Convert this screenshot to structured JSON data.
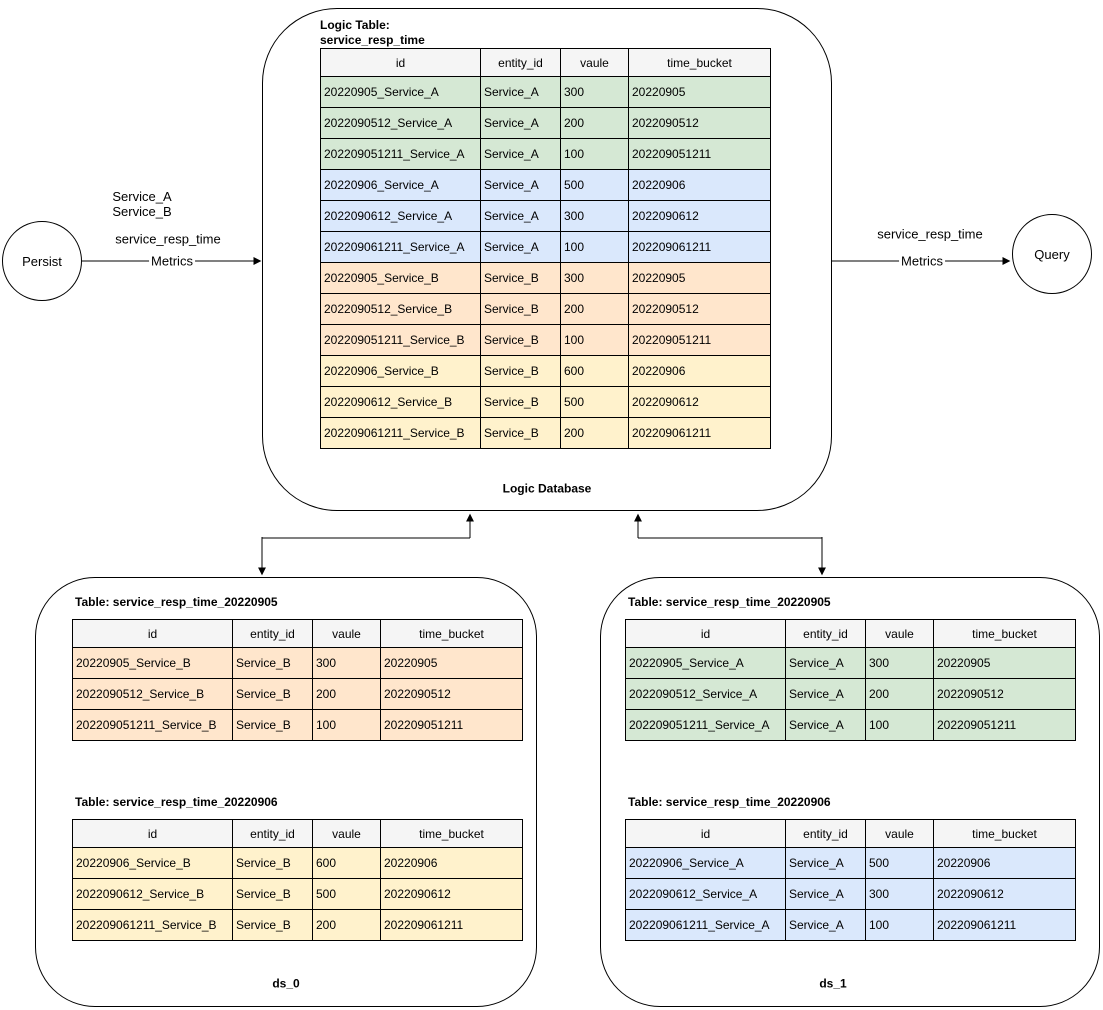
{
  "palette": {
    "green": "#d5e8d4",
    "blue": "#dae8fc",
    "orange": "#ffe6cc",
    "yellow": "#fff2cc",
    "header_bg": "#f5f5f5",
    "line": "#000000"
  },
  "nodes": {
    "persist": {
      "label": "Persist"
    },
    "query": {
      "label": "Query"
    }
  },
  "edges": {
    "persist_to_db": {
      "services_line1": "Service_A",
      "services_line2": "Service_B",
      "metric": "service_resp_time",
      "label": "Metrics"
    },
    "db_to_query": {
      "metric": "service_resp_time",
      "label": "Metrics"
    }
  },
  "logic_db": {
    "title_line1": "Logic Table:",
    "title_line2": "service_resp_time",
    "caption": "Logic Database",
    "table": {
      "columns": [
        "id",
        "entity_id",
        "vaule",
        "time_bucket"
      ],
      "rows": [
        {
          "color": "green",
          "cells": [
            "20220905_Service_A",
            "Service_A",
            "300",
            "20220905"
          ]
        },
        {
          "color": "green",
          "cells": [
            "2022090512_Service_A",
            "Service_A",
            "200",
            "2022090512"
          ]
        },
        {
          "color": "green",
          "cells": [
            "202209051211_Service_A",
            "Service_A",
            "100",
            "202209051211"
          ]
        },
        {
          "color": "blue",
          "cells": [
            "20220906_Service_A",
            "Service_A",
            "500",
            "20220906"
          ]
        },
        {
          "color": "blue",
          "cells": [
            "2022090612_Service_A",
            "Service_A",
            "300",
            "2022090612"
          ]
        },
        {
          "color": "blue",
          "cells": [
            "202209061211_Service_A",
            "Service_A",
            "100",
            "202209061211"
          ]
        },
        {
          "color": "orange",
          "cells": [
            "20220905_Service_B",
            "Service_B",
            "300",
            "20220905"
          ]
        },
        {
          "color": "orange",
          "cells": [
            "2022090512_Service_B",
            "Service_B",
            "200",
            "2022090512"
          ]
        },
        {
          "color": "orange",
          "cells": [
            "202209051211_Service_B",
            "Service_B",
            "100",
            "202209051211"
          ]
        },
        {
          "color": "yellow",
          "cells": [
            "20220906_Service_B",
            "Service_B",
            "600",
            "20220906"
          ]
        },
        {
          "color": "yellow",
          "cells": [
            "2022090612_Service_B",
            "Service_B",
            "500",
            "2022090612"
          ]
        },
        {
          "color": "yellow",
          "cells": [
            "202209061211_Service_B",
            "Service_B",
            "200",
            "202209061211"
          ]
        }
      ]
    }
  },
  "ds_0": {
    "caption": "ds_0",
    "tables": [
      {
        "title": "Table: service_resp_time_20220905",
        "columns": [
          "id",
          "entity_id",
          "vaule",
          "time_bucket"
        ],
        "rows": [
          {
            "color": "orange",
            "cells": [
              "20220905_Service_B",
              "Service_B",
              "300",
              "20220905"
            ]
          },
          {
            "color": "orange",
            "cells": [
              "2022090512_Service_B",
              "Service_B",
              "200",
              "2022090512"
            ]
          },
          {
            "color": "orange",
            "cells": [
              "202209051211_Service_B",
              "Service_B",
              "100",
              "202209051211"
            ]
          }
        ]
      },
      {
        "title": "Table: service_resp_time_20220906",
        "columns": [
          "id",
          "entity_id",
          "vaule",
          "time_bucket"
        ],
        "rows": [
          {
            "color": "yellow",
            "cells": [
              "20220906_Service_B",
              "Service_B",
              "600",
              "20220906"
            ]
          },
          {
            "color": "yellow",
            "cells": [
              "2022090612_Service_B",
              "Service_B",
              "500",
              "2022090612"
            ]
          },
          {
            "color": "yellow",
            "cells": [
              "202209061211_Service_B",
              "Service_B",
              "200",
              "202209061211"
            ]
          }
        ]
      }
    ]
  },
  "ds_1": {
    "caption": "ds_1",
    "tables": [
      {
        "title": "Table: service_resp_time_20220905",
        "columns": [
          "id",
          "entity_id",
          "vaule",
          "time_bucket"
        ],
        "rows": [
          {
            "color": "green",
            "cells": [
              "20220905_Service_A",
              "Service_A",
              "300",
              "20220905"
            ]
          },
          {
            "color": "green",
            "cells": [
              "2022090512_Service_A",
              "Service_A",
              "200",
              "2022090512"
            ]
          },
          {
            "color": "green",
            "cells": [
              "202209051211_Service_A",
              "Service_A",
              "100",
              "202209051211"
            ]
          }
        ]
      },
      {
        "title": "Table: service_resp_time_20220906",
        "columns": [
          "id",
          "entity_id",
          "vaule",
          "time_bucket"
        ],
        "rows": [
          {
            "color": "blue",
            "cells": [
              "20220906_Service_A",
              "Service_A",
              "500",
              "20220906"
            ]
          },
          {
            "color": "blue",
            "cells": [
              "2022090612_Service_A",
              "Service_A",
              "300",
              "2022090612"
            ]
          },
          {
            "color": "blue",
            "cells": [
              "202209061211_Service_A",
              "Service_A",
              "100",
              "202209061211"
            ]
          }
        ]
      }
    ]
  }
}
